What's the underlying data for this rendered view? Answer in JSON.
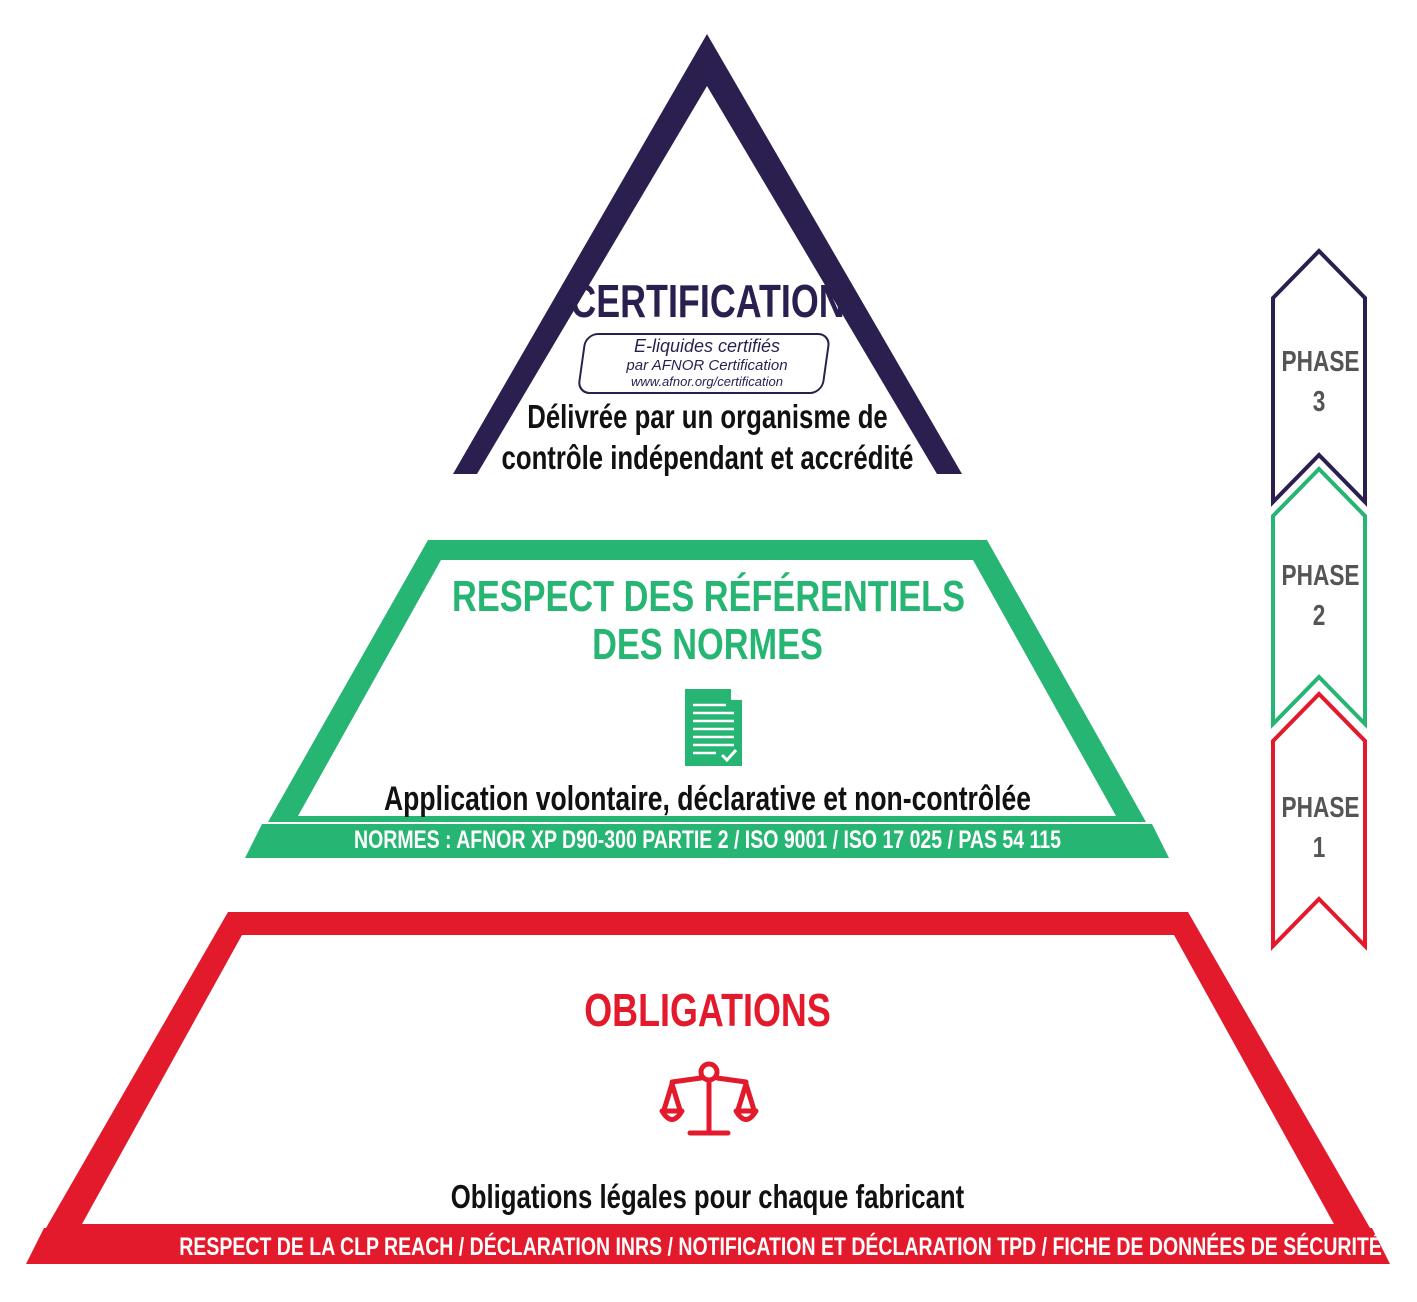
{
  "levels": {
    "top": {
      "title": "CERTIFICATION",
      "badge": {
        "line1": "E-liquides certifiés",
        "line2": "par AFNOR Certification",
        "line3": "www.afnor.org/certification"
      },
      "description_line1": "Délivrée par un organisme de",
      "description_line2": "contrôle indépendant et accrédité",
      "color": "#2a1f4f"
    },
    "middle": {
      "title_line1": "RESPECT DES RÉFÉRENTIELS",
      "title_line2": "DES NORMES",
      "icon": "document-check-icon",
      "description": "Application volontaire, déclarative et non-contrôlée",
      "band": "NORMES : AFNOR XP D90-300 PARTIE 2 / ISO 9001 / ISO 17 025 / PAS 54 115",
      "color": "#27b574"
    },
    "bottom": {
      "title": "OBLIGATIONS",
      "icon": "scales-icon",
      "description": "Obligations légales pour chaque fabricant",
      "band": "RESPECT DE LA CLP REACH / DÉCLARATION INRS / NOTIFICATION ET DÉCLARATION TPD / FICHE DE DONNÉES DE SÉCURITÉ (FDS)",
      "color": "#e3192c"
    }
  },
  "phases": [
    {
      "label": "PHASE",
      "number": "3",
      "color": "#2a1f4f"
    },
    {
      "label": "PHASE",
      "number": "2",
      "color": "#27b574"
    },
    {
      "label": "PHASE",
      "number": "1",
      "color": "#e3192c"
    }
  ]
}
